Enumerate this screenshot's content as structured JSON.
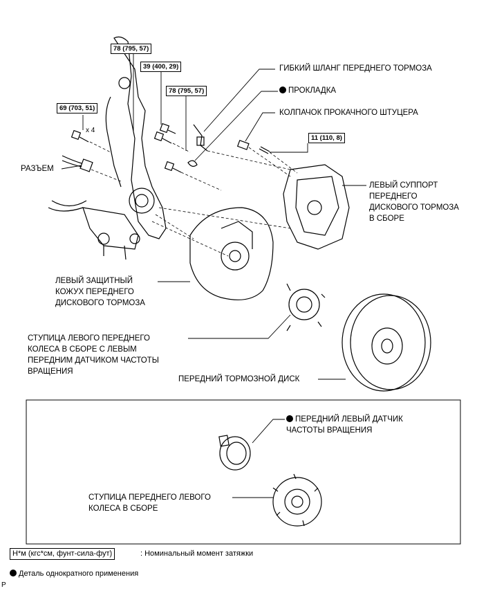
{
  "torques": {
    "t1": "78 (795, 57)",
    "t2": "39 (400, 29)",
    "t3": "78 (795, 57)",
    "t4": "69 (703, 51)",
    "t5": "11 (110, 8)"
  },
  "qty_x4": "x 4",
  "labels": {
    "flex_hose": "ГИБКИЙ ШЛАНГ ПЕРЕДНЕГО ТОРМОЗА",
    "gasket": "ПРОКЛАДКА",
    "bleeder_cap": "КОЛПАЧОК ПРОКАЧНОГО ШТУЦЕРА",
    "connector": "РАЗЪЕМ",
    "caliper": "ЛЕВЫЙ СУППОРТ\nПЕРЕДНЕГО\nДИСКОВОГО ТОРМОЗА\nВ СБОРЕ",
    "dust_cover": "ЛЕВЫЙ ЗАЩИТНЫЙ\nКОЖУХ ПЕРЕДНЕГО\nДИСКОВОГО ТОРМОЗА",
    "hub_sensor": "СТУПИЦА ЛЕВОГО ПЕРЕДНЕГО\nКОЛЕСА В СБОРЕ С ЛЕВЫМ\nПЕРЕДНИМ ДАТЧИКОМ ЧАСТОТЫ\nВРАЩЕНИЯ",
    "disc": "ПЕРЕДНИЙ ТОРМОЗНОЙ ДИСК",
    "speed_sensor": "ПЕРЕДНИЙ ЛЕВЫЙ ДАТЧИК\nЧАСТОТЫ ВРАЩЕНИЯ",
    "hub": "СТУПИЦА ПЕРЕДНЕГО ЛЕВОГО\nКОЛЕСА В СБОРЕ"
  },
  "legend": {
    "unit_box": "Н*м (кгс*см, фунт-сила-фут)",
    "unit_text": ": Номинальный момент затяжки",
    "non_reusable": "Деталь однократного применения"
  },
  "corner_mark": "P"
}
